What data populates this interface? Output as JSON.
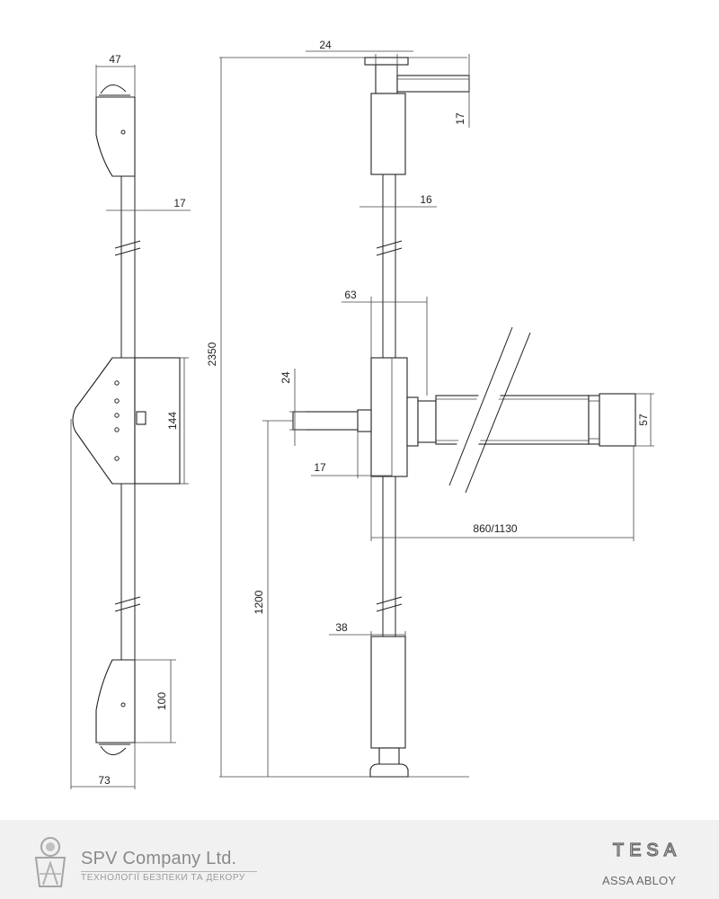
{
  "dimensions": {
    "left_top_width": "47",
    "left_rod_dia": "17",
    "left_mid_height": "144",
    "left_bottom_height": "100",
    "left_depth": "73",
    "overall_height": "2350",
    "top_offset": "24",
    "top_flange": "17",
    "rod_dia": "16",
    "case_depth": "63",
    "spindle_dia": "24",
    "spindle_offset": "17",
    "handle_height": "1200",
    "bar_length": "860/1130",
    "bar_height": "57",
    "bottom_depth": "38"
  },
  "footer": {
    "company_name": "SPV Company Ltd.",
    "company_tagline": "ТЕХНОЛОГІЇ БЕЗПЕКИ ТА ДЕКОРУ",
    "brand_logo_text": "TESA",
    "brand_group": "ASSA ABLOY"
  },
  "colors": {
    "line": "#222222",
    "footer_bg": "#f1f1f1",
    "footer_text": "#8a8a8a"
  }
}
